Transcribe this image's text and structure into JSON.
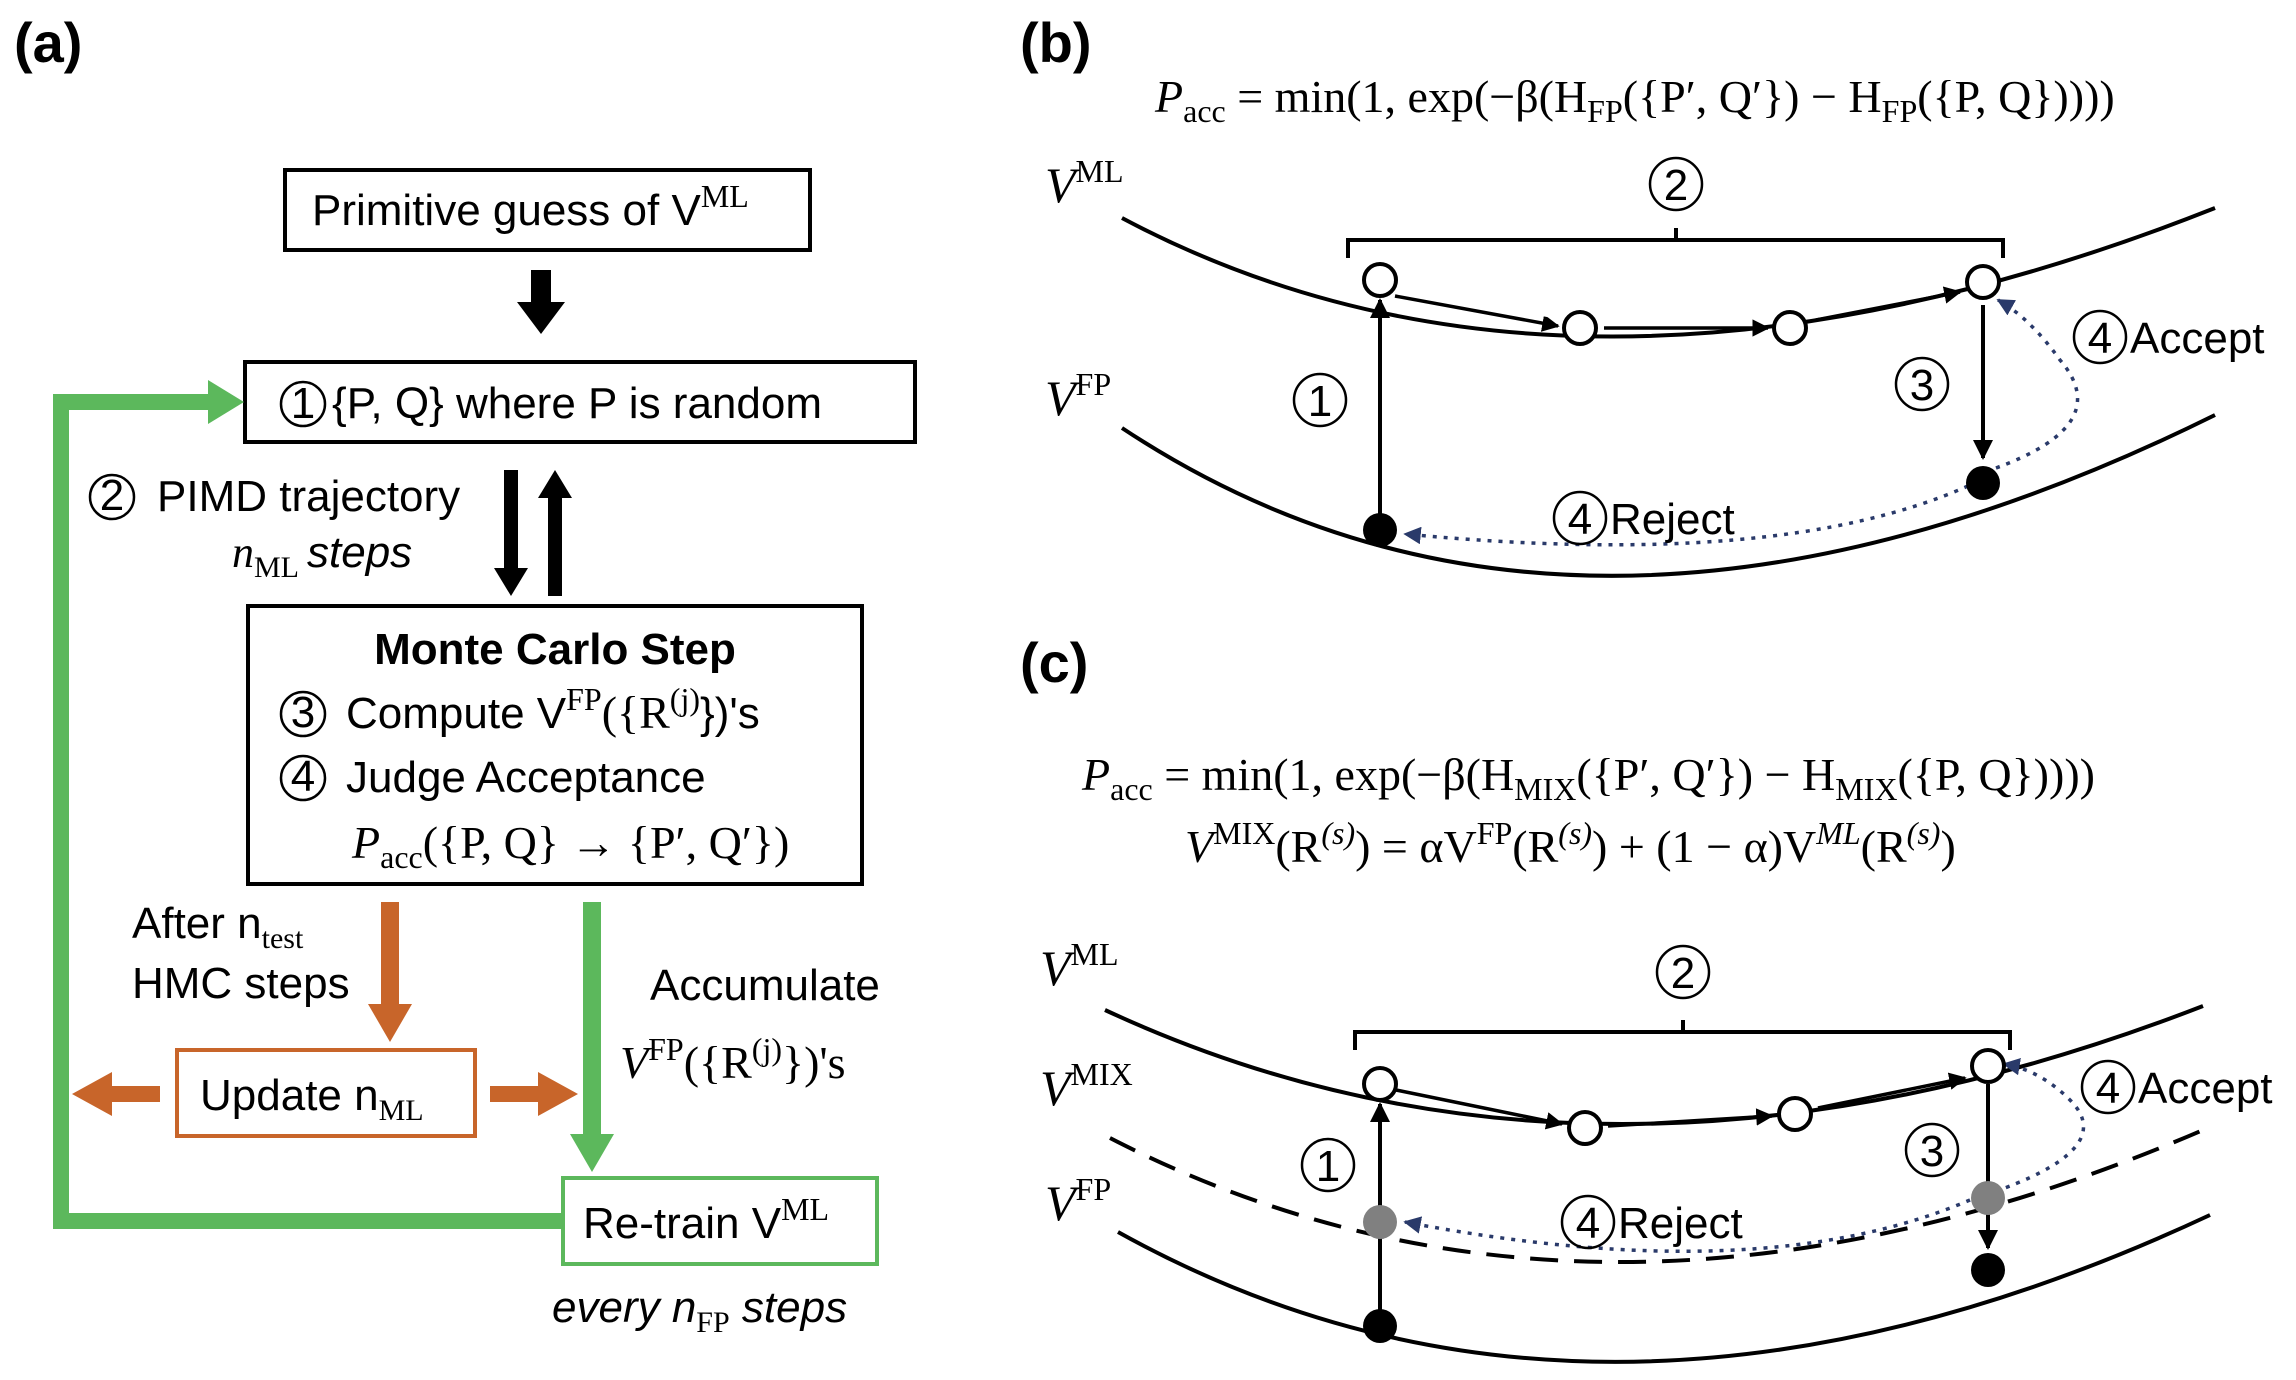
{
  "panels": {
    "a": "(a)",
    "b": "(b)",
    "c": "(c)"
  },
  "flowchart": {
    "primitive_guess": "Primitive guess of V",
    "primitive_guess_sup": "ML",
    "step1_num": "1",
    "step1_text": "{P, Q} where P is random",
    "step2_num": "2",
    "step2_text": "PIMD trajectory",
    "step2_sub_n": "n",
    "step2_sub_ml": "ML",
    "step2_sub_steps": "steps",
    "mc_title": "Monte Carlo Step",
    "step3_num": "3",
    "step3_text": "Compute V",
    "step3_sup": "FP",
    "step3_tail": "({R",
    "step3_j": "(j)",
    "step3_end": "})'s",
    "step4_num": "4",
    "step4_text": "Judge Acceptance",
    "pacc_line": "P",
    "pacc_sub": "acc",
    "pacc_args": "({P, Q} → {P′, Q′})",
    "after_a": "After n",
    "after_sub": "test",
    "after_b": "HMC steps",
    "update_text": "Update n",
    "update_sub": "ML",
    "accumulate": "Accumulate",
    "acc_v": "V",
    "acc_sup": "FP",
    "acc_tail": "({R",
    "acc_j": "(j)",
    "acc_end": "})'s",
    "retrain": "Re-train V",
    "retrain_sup": "ML",
    "every_a": "every n",
    "every_sub": "FP",
    "every_b": " steps"
  },
  "panel_b": {
    "eq_p": "P",
    "eq_sub": "acc",
    "eq_mid": " = min(1, exp(−β(H",
    "eq_h1": "FP",
    "eq_arg1": "({P′, Q′}) − H",
    "eq_h2": "FP",
    "eq_arg2": "({P, Q}))))",
    "v_ml": "V",
    "v_ml_sup": "ML",
    "v_fp": "V",
    "v_fp_sup": "FP",
    "n1": "1",
    "n2": "2",
    "n3": "3",
    "n4a": "4",
    "n4r": "4",
    "accept": "Accept",
    "reject": "Reject"
  },
  "panel_c": {
    "eq1_p": "P",
    "eq1_sub": "acc",
    "eq1_mid": " = min(1, exp(−β(H",
    "eq1_h1": "MIX",
    "eq1_arg1": "({P′, Q′}) − H",
    "eq1_h2": "MIX",
    "eq1_arg2": "({P, Q}))))",
    "eq2_v": "V",
    "eq2_sup": "MIX",
    "eq2_body": "(R",
    "eq2_s": "(s)",
    "eq2_rest": ") = αV",
    "eq2_fp": "FP",
    "eq2_r2": "(R",
    "eq2_s2": "(s)",
    "eq2_r3": ") + (1 − α)V",
    "eq2_ml": "ML",
    "eq2_r4": "(R",
    "eq2_s3": "(s)",
    "eq2_r5": ")",
    "v_ml": "V",
    "v_ml_sup": "ML",
    "v_mix": "V",
    "v_mix_sup": "MIX",
    "v_fp": "V",
    "v_fp_sup": "FP",
    "n1": "1",
    "n2": "2",
    "n3": "3",
    "n4a": "4",
    "n4r": "4",
    "accept": "Accept",
    "reject": "Reject"
  },
  "colors": {
    "green": "#5cb85c",
    "orange": "#c8652a",
    "navy": "#2a3a6a",
    "gray": "#808080",
    "black": "#000000"
  }
}
